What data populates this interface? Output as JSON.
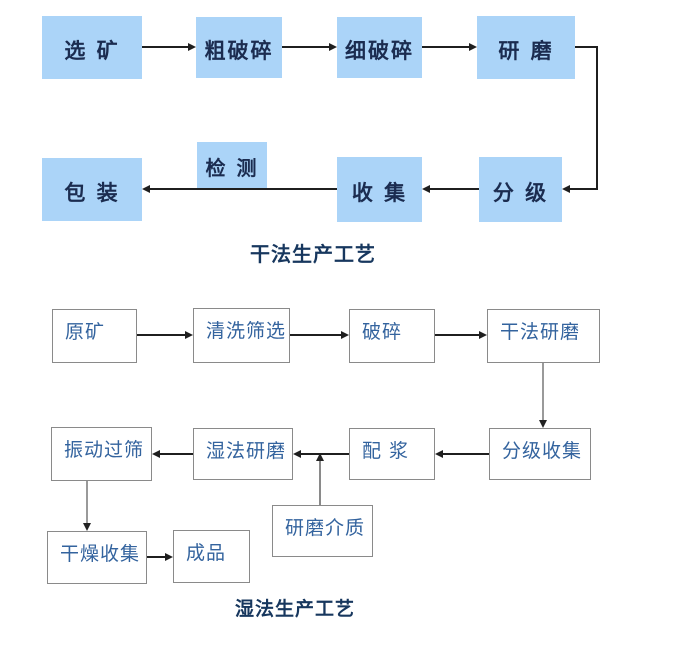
{
  "colors": {
    "box_fill": "#abd4f8",
    "box_text": "#1b2c50",
    "caption_text": "#17375e",
    "outline_border": "#8a8a8a",
    "outline_text": "#33639e",
    "arrow": "#1f1f1f",
    "connector_gray": "#9a9a9a"
  },
  "dry": {
    "caption": "干法生产工艺",
    "nodes": {
      "xuankuang": "选 矿",
      "cuposui": "粗破碎",
      "xiposui": "细破碎",
      "yanmo": "研 磨",
      "jiance": "检 测",
      "fenji": "分 级",
      "shouji": "收 集",
      "baozhuang": "包 装"
    },
    "edges": [
      [
        "选 矿",
        "粗破碎"
      ],
      [
        "粗破碎",
        "细破碎"
      ],
      [
        "细破碎",
        "研 磨"
      ],
      [
        "研 磨",
        "分 级"
      ],
      [
        "分 级",
        "收 集"
      ],
      [
        "收 集",
        "检 测"
      ],
      [
        "检 测",
        "包 装"
      ]
    ]
  },
  "wet": {
    "caption": "湿法生产工艺",
    "nodes": {
      "yuankuang": "原矿",
      "qingxi": "清洗筛选",
      "posui": "破碎",
      "ganfa": "干法研磨",
      "fenjishouji": "分级收集",
      "peijiang": "配 浆",
      "shifa": "湿法研磨",
      "zhendong": "振动过筛",
      "jiezhi": "研磨介质",
      "ganzao": "干燥收集",
      "chengpin": "成品"
    },
    "edges": [
      [
        "原矿",
        "清洗筛选"
      ],
      [
        "清洗筛选",
        "破碎"
      ],
      [
        "破碎",
        "干法研磨"
      ],
      [
        "干法研磨",
        "分级收集"
      ],
      [
        "分级收集",
        "配 浆"
      ],
      [
        "研磨介质",
        "配 浆"
      ],
      [
        "配 浆",
        "湿法研磨"
      ],
      [
        "湿法研磨",
        "振动过筛"
      ],
      [
        "振动过筛",
        "干燥收集"
      ],
      [
        "干燥收集",
        "成品"
      ]
    ]
  }
}
